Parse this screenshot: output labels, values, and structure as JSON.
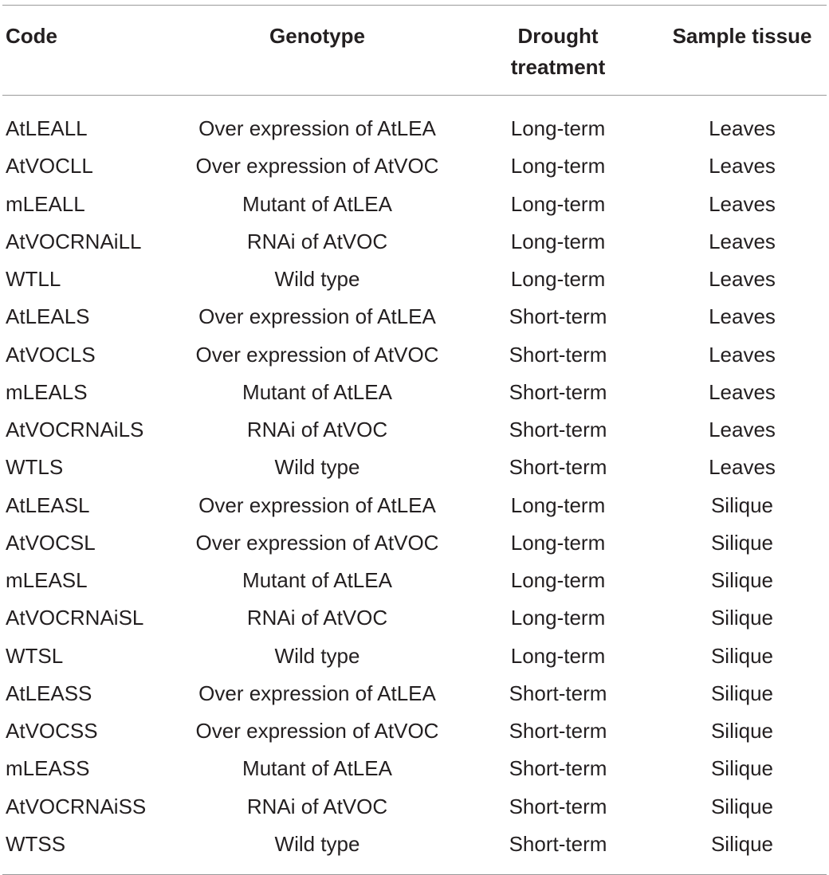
{
  "table": {
    "headers": {
      "code": "Code",
      "genotype": "Genotype",
      "drought_line1": "Drought",
      "drought_line2": "treatment",
      "tissue": "Sample tissue"
    },
    "rows": [
      {
        "code": "AtLEALL",
        "genotype": "Over expression of AtLEA",
        "drought": "Long-term",
        "tissue": "Leaves"
      },
      {
        "code": "AtVOCLL",
        "genotype": "Over expression of AtVOC",
        "drought": "Long-term",
        "tissue": "Leaves"
      },
      {
        "code": "mLEALL",
        "genotype": "Mutant of AtLEA",
        "drought": "Long-term",
        "tissue": "Leaves"
      },
      {
        "code": "AtVOCRNAiLL",
        "genotype": "RNAi of AtVOC",
        "drought": "Long-term",
        "tissue": "Leaves"
      },
      {
        "code": "WTLL",
        "genotype": "Wild type",
        "drought": "Long-term",
        "tissue": "Leaves"
      },
      {
        "code": "AtLEALS",
        "genotype": "Over expression of AtLEA",
        "drought": "Short-term",
        "tissue": "Leaves"
      },
      {
        "code": "AtVOCLS",
        "genotype": "Over expression of AtVOC",
        "drought": "Short-term",
        "tissue": "Leaves"
      },
      {
        "code": "mLEALS",
        "genotype": "Mutant of AtLEA",
        "drought": "Short-term",
        "tissue": "Leaves"
      },
      {
        "code": "AtVOCRNAiLS",
        "genotype": "RNAi of AtVOC",
        "drought": "Short-term",
        "tissue": "Leaves"
      },
      {
        "code": "WTLS",
        "genotype": "Wild type",
        "drought": "Short-term",
        "tissue": "Leaves"
      },
      {
        "code": "AtLEASL",
        "genotype": "Over expression of AtLEA",
        "drought": "Long-term",
        "tissue": "Silique"
      },
      {
        "code": "AtVOCSL",
        "genotype": "Over expression of AtVOC",
        "drought": "Long-term",
        "tissue": "Silique"
      },
      {
        "code": "mLEASL",
        "genotype": "Mutant of AtLEA",
        "drought": "Long-term",
        "tissue": "Silique"
      },
      {
        "code": "AtVOCRNAiSL",
        "genotype": "RNAi of AtVOC",
        "drought": "Long-term",
        "tissue": "Silique"
      },
      {
        "code": "WTSL",
        "genotype": "Wild type",
        "drought": "Long-term",
        "tissue": "Silique"
      },
      {
        "code": "AtLEASS",
        "genotype": "Over expression of AtLEA",
        "drought": "Short-term",
        "tissue": "Silique"
      },
      {
        "code": "AtVOCSS",
        "genotype": "Over expression of AtVOC",
        "drought": "Short-term",
        "tissue": "Silique"
      },
      {
        "code": "mLEASS",
        "genotype": "Mutant of AtLEA",
        "drought": "Short-term",
        "tissue": "Silique"
      },
      {
        "code": "AtVOCRNAiSS",
        "genotype": "RNAi of AtVOC",
        "drought": "Short-term",
        "tissue": "Silique"
      },
      {
        "code": "WTSS",
        "genotype": "Wild type",
        "drought": "Short-term",
        "tissue": "Silique"
      }
    ]
  }
}
